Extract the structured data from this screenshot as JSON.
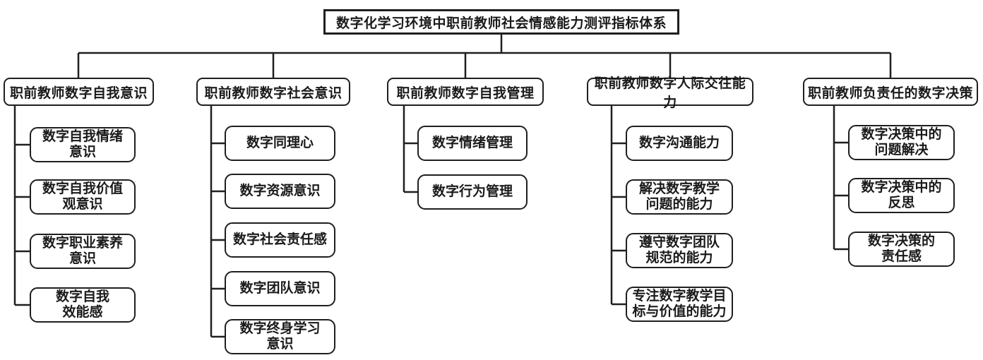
{
  "diagram": {
    "title": "数字化学习环境中职前教师社会情感能力测评指标体系",
    "branches": [
      {
        "label": "职前教师数字自我意识",
        "children": [
          {
            "label": "数字自我情绪\n意识"
          },
          {
            "label": "数字自我价值\n观意识"
          },
          {
            "label": "数字职业素养\n意识"
          },
          {
            "label": "数字自我\n效能感"
          }
        ]
      },
      {
        "label": "职前教师数字社会意识",
        "children": [
          {
            "label": "数字同理心"
          },
          {
            "label": "数字资源意识"
          },
          {
            "label": "数字社会责任感"
          },
          {
            "label": "数字团队意识"
          },
          {
            "label": "数字终身学习\n意识"
          }
        ]
      },
      {
        "label": "职前教师数字自我管理",
        "children": [
          {
            "label": "数字情绪管理"
          },
          {
            "label": "数字行为管理"
          }
        ]
      },
      {
        "label": "职前教师数字人际交往能力",
        "children": [
          {
            "label": "数字沟通能力"
          },
          {
            "label": "解决数字教学\n问题的能力"
          },
          {
            "label": "遵守数字团队\n规范的能力"
          },
          {
            "label": "专注数字教学目\n标与价值的能力"
          }
        ]
      },
      {
        "label": "职前教师负责任的数字决策",
        "children": [
          {
            "label": "数字决策中的\n问题解决"
          },
          {
            "label": "数字决策中的\n反思"
          },
          {
            "label": "数字决策的\n责任感"
          }
        ]
      }
    ]
  },
  "colors": {
    "line": "#1f1f1f",
    "box_background": "#ffffff",
    "text": "#1a1a1a"
  }
}
